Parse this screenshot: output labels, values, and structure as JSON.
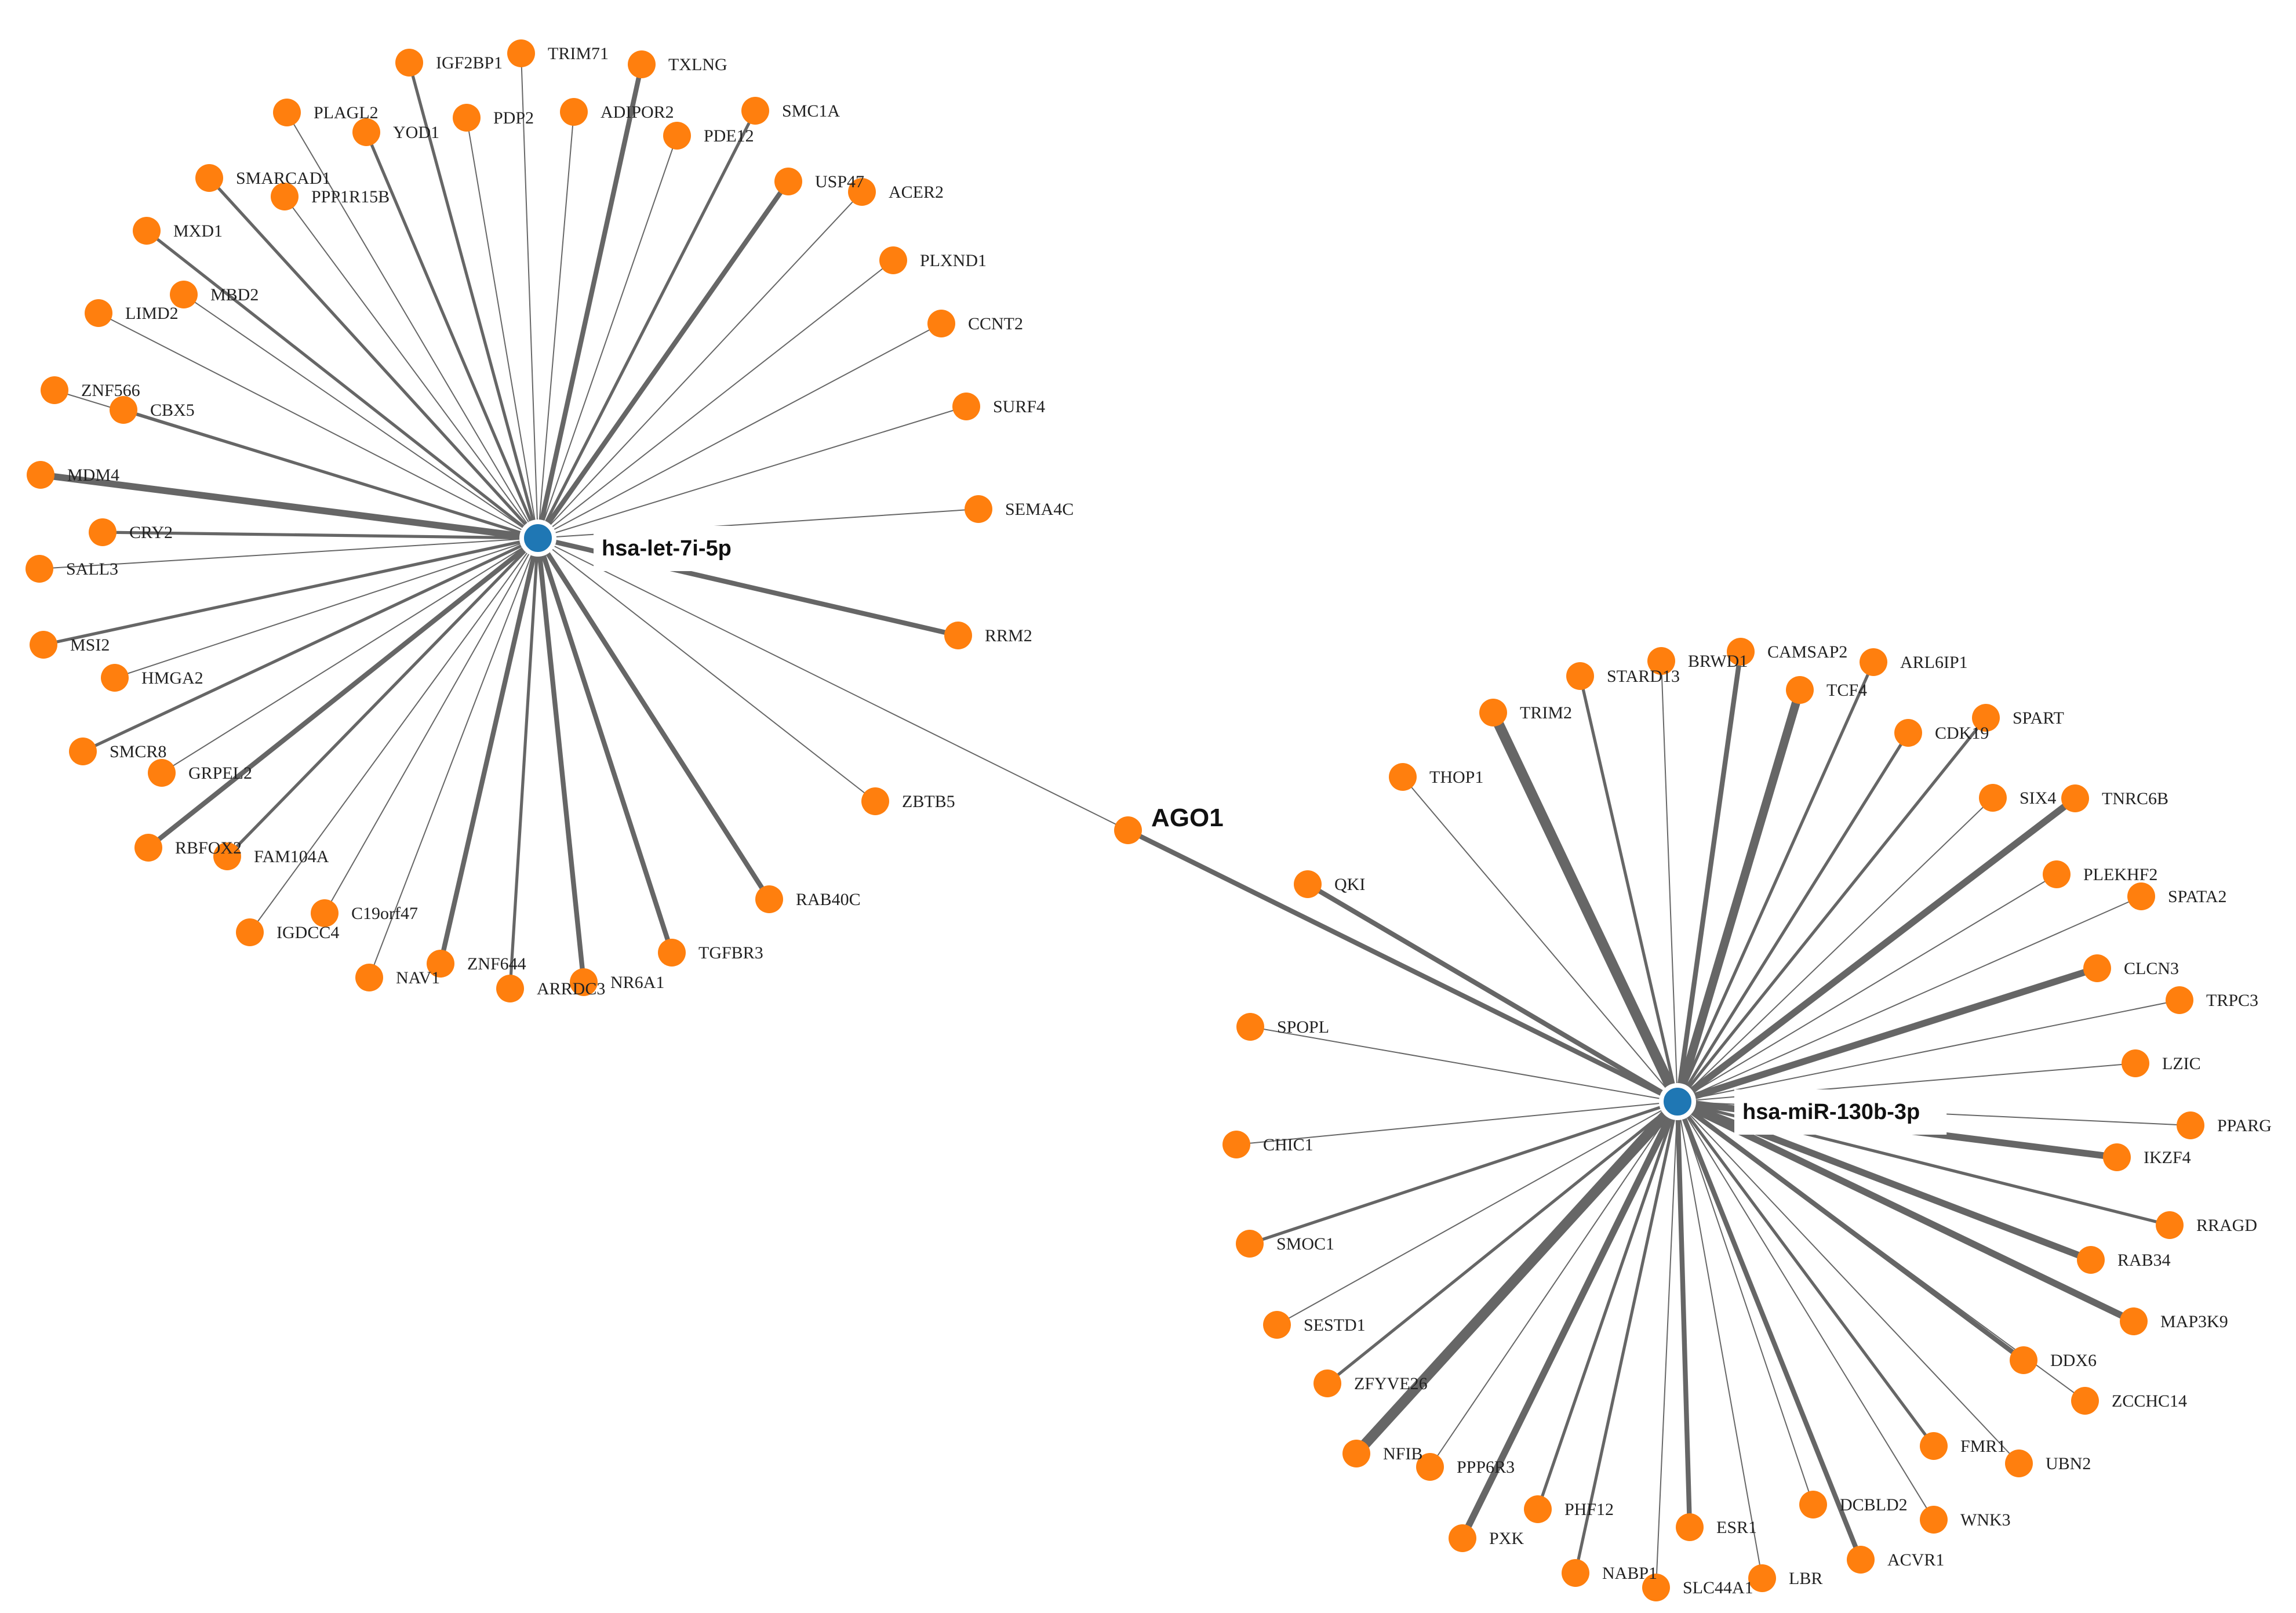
{
  "palette": {
    "target": "#ff7f0e",
    "mirna": "#1f77b4",
    "edge": "#666666"
  },
  "hubs": [
    {
      "id": "let7i",
      "label": "hsa-let-7i-5p"
    },
    {
      "id": "mir130b",
      "label": "hsa-miR-130b-3p"
    },
    {
      "id": "ago1",
      "label": "AGO1"
    }
  ],
  "groups": [
    {
      "hub": "let7i",
      "targets": [
        {
          "label": "IGF2BP1",
          "w": 2
        },
        {
          "label": "TRIM71",
          "w": 1
        },
        {
          "label": "TXLNG",
          "w": 3
        },
        {
          "label": "PLAGL2",
          "w": 1
        },
        {
          "label": "YOD1",
          "w": 2
        },
        {
          "label": "PDP2",
          "w": 1
        },
        {
          "label": "ADIPOR2",
          "w": 1
        },
        {
          "label": "SMC1A",
          "w": 2
        },
        {
          "label": "PDE12",
          "w": 1
        },
        {
          "label": "SMARCAD1",
          "w": 2
        },
        {
          "label": "PPP1R15B",
          "w": 1
        },
        {
          "label": "USP47",
          "w": 3
        },
        {
          "label": "ACER2",
          "w": 1
        },
        {
          "label": "MXD1",
          "w": 2
        },
        {
          "label": "PLXND1",
          "w": 1
        },
        {
          "label": "MBD2",
          "w": 1
        },
        {
          "label": "LIMD2",
          "w": 1
        },
        {
          "label": "CCNT2",
          "w": 1
        },
        {
          "label": "ZNF566",
          "w": 1
        },
        {
          "label": "CBX5",
          "w": 2
        },
        {
          "label": "SURF4",
          "w": 1
        },
        {
          "label": "MDM4",
          "w": 4
        },
        {
          "label": "SEMA4C",
          "w": 1
        },
        {
          "label": "CRY2",
          "w": 2
        },
        {
          "label": "SALL3",
          "w": 1
        },
        {
          "label": "MSI2",
          "w": 2
        },
        {
          "label": "RRM2",
          "w": 3
        },
        {
          "label": "HMGA2",
          "w": 1
        },
        {
          "label": "SMCR8",
          "w": 2
        },
        {
          "label": "GRPEL2",
          "w": 1
        },
        {
          "label": "ZBTB5",
          "w": 1
        },
        {
          "label": "RBFOX2",
          "w": 3
        },
        {
          "label": "FAM104A",
          "w": 2
        },
        {
          "label": "RAB40C",
          "w": 3
        },
        {
          "label": "C19orf47",
          "w": 1
        },
        {
          "label": "IGDCC4",
          "w": 1
        },
        {
          "label": "TGFBR3",
          "w": 3
        },
        {
          "label": "NAV1",
          "w": 1
        },
        {
          "label": "ZNF644",
          "w": 3
        },
        {
          "label": "ARRDC3",
          "w": 2
        },
        {
          "label": "NR6A1",
          "w": 3
        }
      ]
    },
    {
      "hub": "mir130b",
      "targets": [
        {
          "label": "BRWD1",
          "w": 1
        },
        {
          "label": "CAMSAP2",
          "w": 3
        },
        {
          "label": "ARL6IP1",
          "w": 2
        },
        {
          "label": "STARD13",
          "w": 2
        },
        {
          "label": "TCF4",
          "w": 5
        },
        {
          "label": "TRIM2",
          "w": 6
        },
        {
          "label": "CDK19",
          "w": 2
        },
        {
          "label": "SPART",
          "w": 2
        },
        {
          "label": "THOP1",
          "w": 1
        },
        {
          "label": "SIX4",
          "w": 1
        },
        {
          "label": "TNRC6B",
          "w": 4
        },
        {
          "label": "PLEKHF2",
          "w": 1
        },
        {
          "label": "QKI",
          "w": 3
        },
        {
          "label": "SPATA2",
          "w": 1
        },
        {
          "label": "CLCN3",
          "w": 4
        },
        {
          "label": "TRPC3",
          "w": 1
        },
        {
          "label": "SPOPL",
          "w": 1
        },
        {
          "label": "LZIC",
          "w": 1
        },
        {
          "label": "PPARG",
          "w": 1
        },
        {
          "label": "CHIC1",
          "w": 1
        },
        {
          "label": "IKZF4",
          "w": 4
        },
        {
          "label": "RRAGD",
          "w": 2
        },
        {
          "label": "SMOC1",
          "w": 2
        },
        {
          "label": "RAB34",
          "w": 4
        },
        {
          "label": "SESTD1",
          "w": 1
        },
        {
          "label": "MAP3K9",
          "w": 4
        },
        {
          "label": "ZFYVE26",
          "w": 2
        },
        {
          "label": "DDX6",
          "w": 3
        },
        {
          "label": "ZCCHC14",
          "w": 1
        },
        {
          "label": "NFIB",
          "w": 6
        },
        {
          "label": "FMR1",
          "w": 2
        },
        {
          "label": "PPP6R3",
          "w": 1
        },
        {
          "label": "UBN2",
          "w": 1
        },
        {
          "label": "PHF12",
          "w": 2
        },
        {
          "label": "DCBLD2",
          "w": 1
        },
        {
          "label": "WNK3",
          "w": 1
        },
        {
          "label": "PXK",
          "w": 4
        },
        {
          "label": "ESR1",
          "w": 3
        },
        {
          "label": "ACVR1",
          "w": 3
        },
        {
          "label": "NABP1",
          "w": 2
        },
        {
          "label": "LBR",
          "w": 1
        },
        {
          "label": "SLC44A1",
          "w": 1
        }
      ]
    }
  ],
  "links": [
    {
      "source": "let7i",
      "target": "ago1",
      "w": 1
    },
    {
      "source": "ago1",
      "target": "mir130b",
      "w": 3
    }
  ]
}
